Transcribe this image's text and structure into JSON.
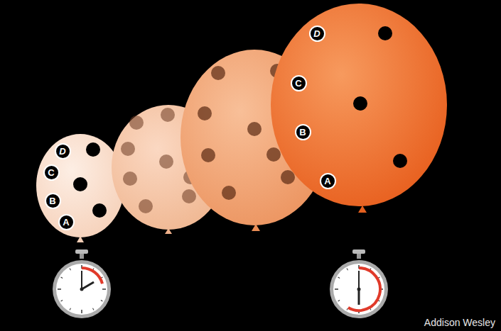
{
  "diagram": {
    "nodes": [
      {
        "text": [
          "D"
        ]
      },
      {
        "text": [
          "C"
        ]
      },
      {
        "text": [
          "B"
        ]
      },
      {
        "text": [
          "A"
        ]
      },
      {
        "text": [
          "D"
        ]
      },
      {
        "text": [
          "C"
        ]
      },
      {
        "text": [
          "B"
        ]
      },
      {
        "text": [
          "A"
        ]
      }
    ],
    "labels": [
      "Addison Wesley"
    ]
  }
}
